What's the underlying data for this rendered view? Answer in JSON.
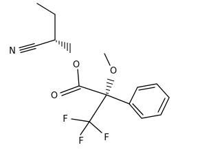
{
  "molecule": {
    "atoms": {
      "N": "N",
      "O_ester": "O",
      "O_methoxy": "O",
      "O_carbonyl": "O",
      "F1": "F",
      "F2": "F",
      "F3": "F"
    }
  }
}
